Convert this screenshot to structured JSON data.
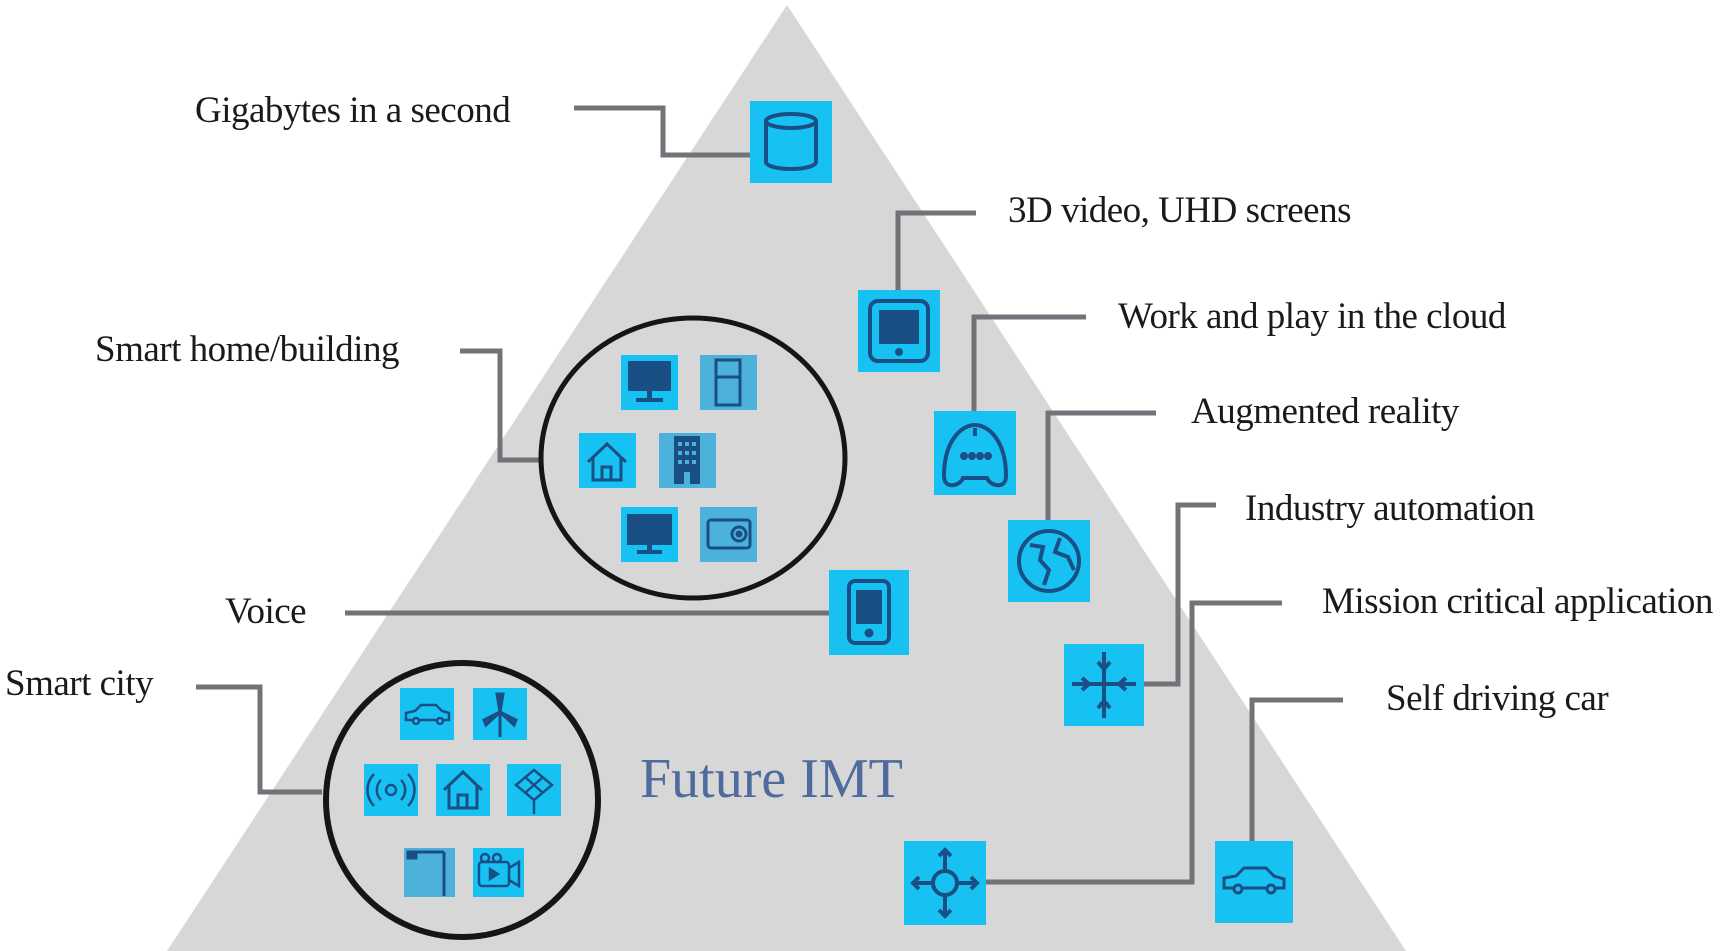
{
  "diagram": {
    "title": "Future IMT",
    "labels": {
      "gigabytes": "Gigabytes in a second",
      "video3d": "3D video, UHD screens",
      "cloud": "Work and play in the cloud",
      "ar": "Augmented reality",
      "industry": "Industry automation",
      "mission": "Mission critical application",
      "selfdriving": "Self driving car",
      "smarthome": "Smart home/building",
      "voice": "Voice",
      "smartcity": "Smart city"
    },
    "colors": {
      "pyramid": "#d7d7d7",
      "icon_tile": "#17c2f2",
      "icon_tile_muted": "#4cb2dc",
      "icon_glyph": "#1a4f86",
      "connector": "#707378",
      "circle": "#151515",
      "title": "#4f6b9d",
      "text": "#1a1a1a"
    },
    "icons": {
      "gigabytes": "database-icon",
      "video3d": "tablet-screen-icon",
      "cloud": "game-controller-icon",
      "ar": "globe-icon",
      "industry": "arrows-converge-icon",
      "mission": "crosshair-icon",
      "selfdriving": "car-icon",
      "voice": "mobile-phone-icon",
      "smarthome": [
        "monitor-icon",
        "fridge-icon",
        "house-icon",
        "building-icon",
        "tv-icon",
        "projector-icon"
      ],
      "smartcity": [
        "car-icon",
        "wind-turbine-icon",
        "signal-icon",
        "house-icon",
        "grid-icon",
        "street-lamp-icon",
        "video-camera-icon"
      ]
    }
  }
}
